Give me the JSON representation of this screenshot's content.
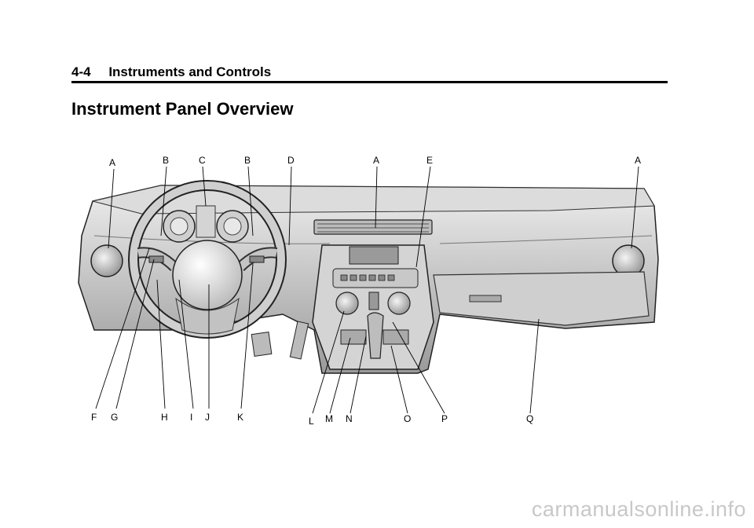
{
  "header": {
    "page_number": "4-4",
    "section": "Instruments and Controls"
  },
  "title": "Instrument Panel Overview",
  "callouts_top": [
    "A",
    "B",
    "C",
    "B",
    "D",
    "A",
    "E",
    "A"
  ],
  "callouts_bottom": [
    "F",
    "G",
    "H",
    "I",
    "J",
    "K",
    "L",
    "M",
    "N",
    "O",
    "P",
    "Q"
  ],
  "watermark": "carmanualsonline.info"
}
